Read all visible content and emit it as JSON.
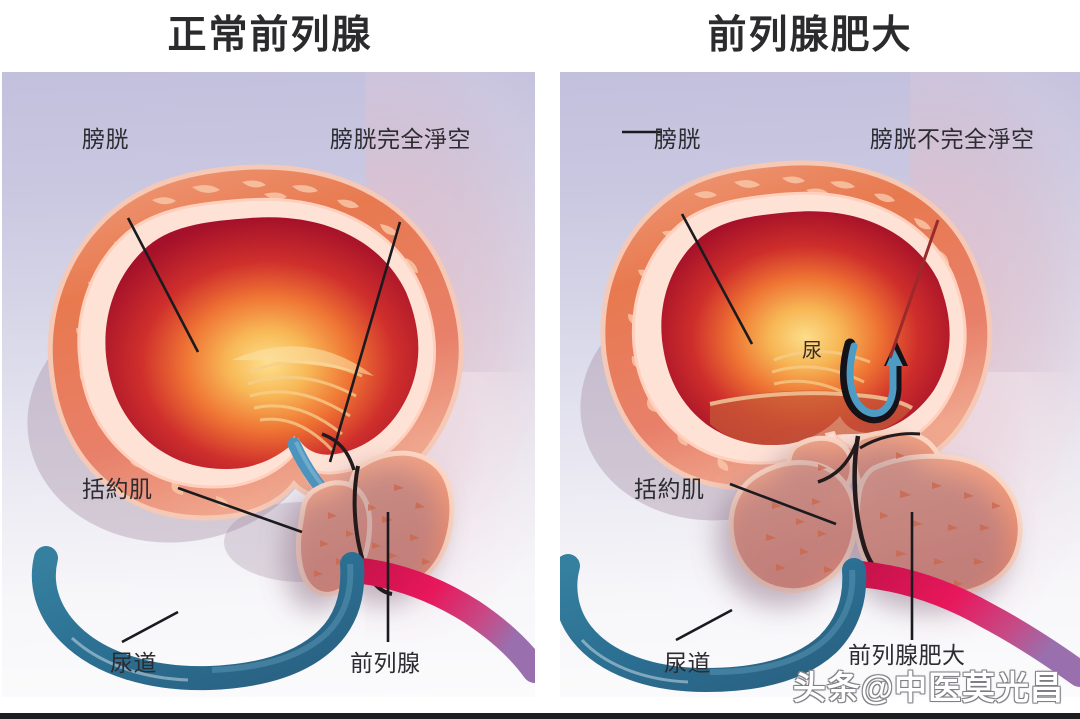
{
  "figure": {
    "kind": "medical-illustration",
    "subject": "prostate-comparison",
    "panels": [
      {
        "id": "normal",
        "title": "正常前列腺",
        "labels": {
          "bladder": "膀胱",
          "bladder_empty": "膀胱完全淨空",
          "sphincter": "括約肌",
          "urethra": "尿道",
          "prostate": "前列腺"
        }
      },
      {
        "id": "enlarged",
        "title": "前列腺肥大",
        "labels": {
          "bladder": "膀胱",
          "bladder_empty": "膀胱不完全淨空",
          "urine": "尿",
          "sphincter": "括約肌",
          "urethra": "尿道",
          "prostate": "前列腺肥大"
        }
      }
    ]
  },
  "watermark": {
    "text": "头条@中医莫光昌"
  },
  "colors": {
    "background_top": "#c3c0dd",
    "background_bottom": "#fbfbfc",
    "bladder_wall": "#e8795a",
    "bladder_lining": "#ffd9cc",
    "bladder_interior": "#b3182b",
    "bladder_interior_glow": "#f6b64a",
    "prostate": "#ef9a7e",
    "urethra_blue": "#2c6f93",
    "urethra_red": "#e0134f",
    "arrow_blue": "#4c94bd",
    "leader_line": "#1b1b1f",
    "title_text": "#2b2b2e"
  }
}
